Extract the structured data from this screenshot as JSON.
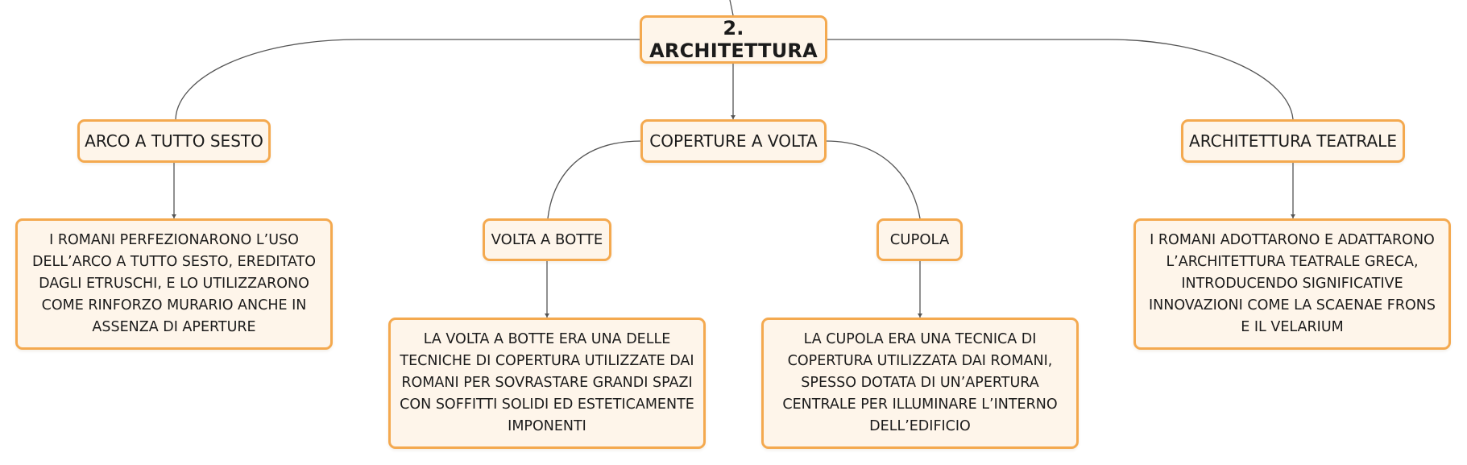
{
  "mindmap": {
    "root": {
      "label": "2. ARCHITETTURA"
    },
    "topics": [
      {
        "label": "ARCO A TUTTO SESTO",
        "description": "I ROMANI PERFEZIONARONO L’USO DELL’ARCO A TUTTO SESTO, EREDITATO DAGLI ETRUSCHI, E LO UTILIZZARONO COME RINFORZO MURARIO ANCHE IN ASSENZA DI APERTURE"
      },
      {
        "label": "COPERTURE A VOLTA",
        "subtopics": [
          {
            "label": "VOLTA A BOTTE",
            "description": "LA VOLTA A BOTTE ERA UNA DELLE TECNICHE DI COPERTURA UTILIZZATE DAI ROMANI PER SOVRASTARE GRANDI SPAZI CON SOFFITTI SOLIDI ED ESTETICAMENTE IMPONENTI"
          },
          {
            "label": "CUPOLA",
            "description": "LA CUPOLA ERA UNA TECNICA DI COPERTURA UTILIZZATA DAI ROMANI, SPESSO DOTATA DI UN’APERTURA CENTRALE PER ILLUMINARE L’INTERNO DELL’EDIFICIO"
          }
        ]
      },
      {
        "label": "ARCHITETTURA TEATRALE",
        "description": "I ROMANI ADOTTARONO E ADATTARONO L’ARCHITETTURA TEATRALE GRECA, INTRODUCENDO SIGNIFICATIVE INNOVAZIONI COME LA SCAENAE FRONS E IL VELARIUM"
      }
    ]
  },
  "colors": {
    "node_fill": "#fef5ea",
    "node_border": "#f4a94f",
    "connector": "#555555",
    "text": "#1b1b1b"
  }
}
